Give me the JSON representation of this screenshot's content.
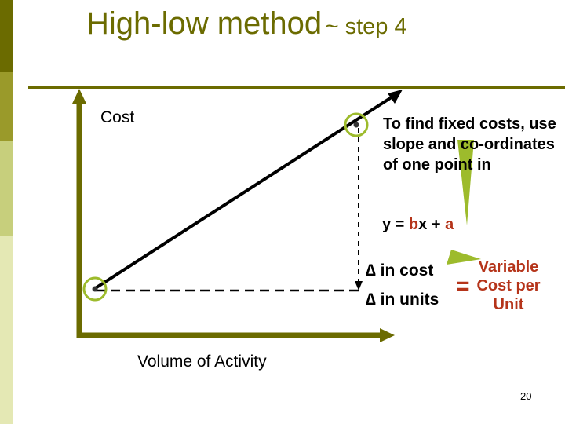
{
  "title": {
    "main": "High-low method",
    "sub": "~ step 4"
  },
  "axes": {
    "y_label": "Cost",
    "x_label": "Volume of Activity"
  },
  "note": "To find fixed costs, use slope and co-ordinates of one point in",
  "equation": {
    "lhs": "y = ",
    "b": "b",
    "x": "x + ",
    "a": "a"
  },
  "formula": {
    "numerator": "∆ in cost",
    "denominator": "∆ in units",
    "equals": "=",
    "result": "Variable Cost per Unit"
  },
  "page_number": "20",
  "colors": {
    "title": "#6b6b00",
    "accent_red": "#b5341a",
    "highlight_green": "#9dbb2c",
    "sidebar": [
      "#6b6b00",
      "#9a9a2a",
      "#c7cf7c",
      "#e4e8b4"
    ]
  }
}
